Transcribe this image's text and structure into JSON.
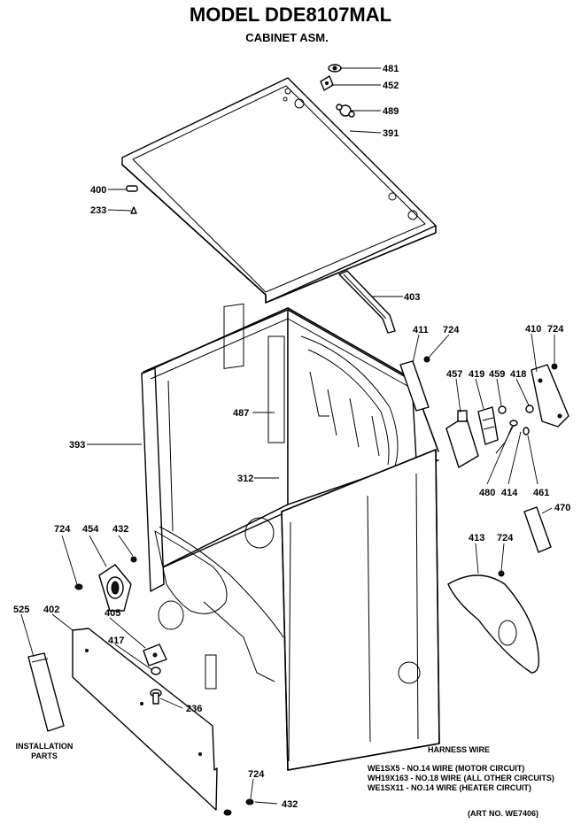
{
  "title": "MODEL DDE8107MAL",
  "subtitle": "CABINET ASM.",
  "parts": {
    "p481": "481",
    "p452": "452",
    "p489": "489",
    "p391": "391",
    "p400": "400",
    "p233": "233",
    "p403": "403",
    "p411": "411",
    "p724a": "724",
    "p410": "410",
    "p724b": "724",
    "p457": "457",
    "p419": "419",
    "p459": "459",
    "p418": "418",
    "p487": "487",
    "p393": "393",
    "p312": "312",
    "p480": "480",
    "p414": "414",
    "p461": "461",
    "p470": "470",
    "p724c": "724",
    "p454": "454",
    "p432a": "432",
    "p413": "413",
    "p724d": "724",
    "p525": "525",
    "p402": "402",
    "p405": "405",
    "p417": "417",
    "p236": "236",
    "p724e": "724",
    "p432b": "432"
  },
  "installation_label_1": "INSTALLATION",
  "installation_label_2": "PARTS",
  "harness": {
    "heading": "HARNESS WIRE",
    "line1": "WE1SX5 - NO.14 WIRE (MOTOR CIRCUIT)",
    "line2": "WH19X163 - NO.18 WIRE (ALL OTHER CIRCUITS)",
    "line3": "WE1SX11 - NO.14 WIRE (HEATER CIRCUIT)"
  },
  "art_no": "(ART NO. WE7406)"
}
